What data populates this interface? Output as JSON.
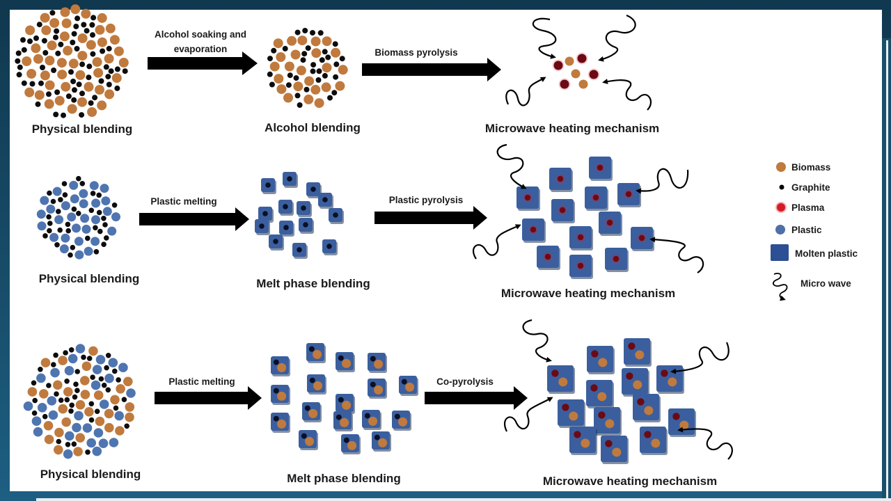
{
  "colors": {
    "frame": "#143f58",
    "panel": "#ffffff",
    "biomass": "#c07a3e",
    "graphite": "#0d0d0d",
    "plasma": "#6b0a14",
    "plasma_glow": "#e0222b",
    "plastic": "#4f75b0",
    "molten_plastic": "#3b5f9e",
    "arrow": "#000000"
  },
  "rows": [
    {
      "id": "row-biomass",
      "stage1_label": "Physical blending",
      "step1_label_line1": "Alcohol soaking and",
      "step1_label_line2": "evaporation",
      "stage2_label": "Alcohol blending",
      "step2_label": "Biomass pyrolysis",
      "stage3_label": "Microwave heating mechanism"
    },
    {
      "id": "row-plastic",
      "stage1_label": "Physical blending",
      "step1_label": "Plastic melting",
      "stage2_label": "Melt phase blending",
      "step2_label": "Plastic pyrolysis",
      "stage3_label": "Microwave heating mechanism"
    },
    {
      "id": "row-copyrolysis",
      "stage1_label": "Physical blending",
      "step1_label": "Plastic melting",
      "stage2_label": "Melt phase blending",
      "step2_label": "Co-pyrolysis",
      "stage3_label": "Microwave heating mechanism"
    }
  ],
  "legend": [
    {
      "icon": "biomass-dot-icon",
      "label": "Biomass"
    },
    {
      "icon": "graphite-dot-icon",
      "label": "Graphite"
    },
    {
      "icon": "plasma-dot-icon",
      "label": "Plasma"
    },
    {
      "icon": "plastic-dot-icon",
      "label": "Plastic"
    },
    {
      "icon": "molten-plastic-square-icon",
      "label": "Molten plastic"
    },
    {
      "icon": "microwave-wave-icon",
      "label": "Micro wave"
    }
  ]
}
